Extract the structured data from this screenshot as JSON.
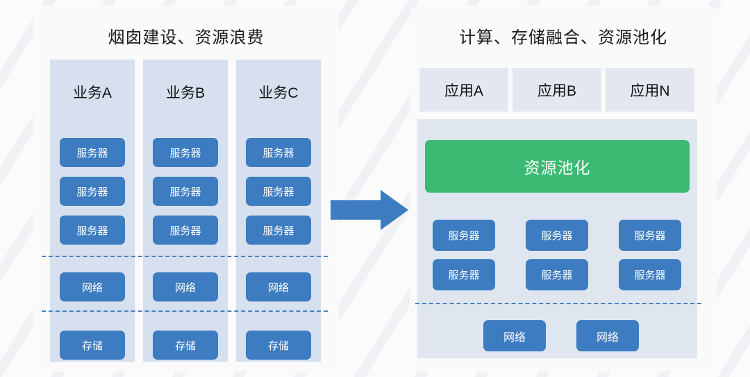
{
  "colors": {
    "chip_blue": "#3d7cc0",
    "pool_green": "#3cba73",
    "column_bg": "#d6e0ee",
    "panel_bg": "#fafafb",
    "app_box_bg": "#e3e8f0",
    "dashed_line": "#4a80c4",
    "arrow_fill": "#3d7cc0",
    "page_bg": "#fbfbfc"
  },
  "left_panel": {
    "title": "烟囱建设、资源浪费",
    "columns": [
      {
        "title": "业务A",
        "servers": [
          "服务器",
          "服务器",
          "服务器"
        ],
        "network": "网络",
        "storage": "存储"
      },
      {
        "title": "业务B",
        "servers": [
          "服务器",
          "服务器",
          "服务器"
        ],
        "network": "网络",
        "storage": "存储"
      },
      {
        "title": "业务C",
        "servers": [
          "服务器",
          "服务器",
          "服务器"
        ],
        "network": "网络",
        "storage": "存储"
      }
    ]
  },
  "arrow": {
    "icon": "arrow-right-icon",
    "direction": "right"
  },
  "right_panel": {
    "title": "计算、存储融合、资源池化",
    "apps": [
      "应用A",
      "应用B",
      "应用N"
    ],
    "pool_bar": "资源池化",
    "servers": [
      [
        "服务器",
        "服务器",
        "服务器"
      ],
      [
        "服务器",
        "服务器",
        "服务器"
      ]
    ],
    "networks": [
      "网络",
      "网络"
    ]
  }
}
